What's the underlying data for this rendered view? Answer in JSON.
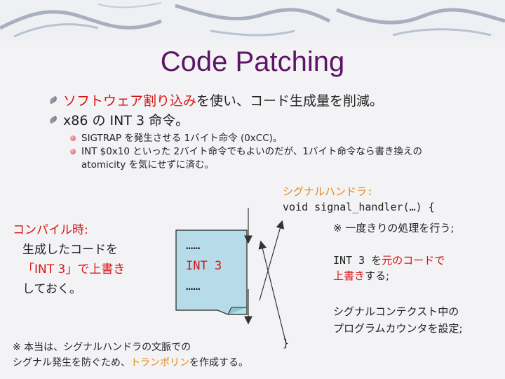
{
  "slide": {
    "title": "Code Patching",
    "bullets": [
      {
        "parts": [
          {
            "text": "ソフトウェア割り込み",
            "color": "red"
          },
          {
            "text": "を使い、コード生成量を削減。",
            "color": "normal"
          }
        ]
      },
      {
        "text": "x86 の INT 3 命令。"
      }
    ],
    "sub_bullets": [
      "SIGTRAP を発生させる 1バイト命令 (0xCC)。",
      "INT $0x10 といった 2バイト命令でもよいのだが、1バイト命令なら書き換えの atomicity を気にせずに済む。"
    ],
    "handler": {
      "label": "シグナルハンドラ:",
      "signature": "void signal_handler(…) {",
      "comment": "※ 一度きりの処理を行う;",
      "int3_a": "INT 3 を",
      "int3_b": "元のコードで",
      "int3_c": "上書き",
      "int3_d": "する;",
      "ctx_1": "シグナルコンテクスト中の",
      "ctx_2": "プログラムカウンタを設定;",
      "close": "}"
    },
    "compile": {
      "head": "コンパイル時:",
      "line1": "生成したコードを",
      "line2": "「INT 3」で上書き",
      "line3": "しておく。"
    },
    "document": {
      "line1": "……",
      "line2": "INT 3",
      "line3": "……"
    },
    "note": {
      "line1": "※ 本当は、シグナルハンドラの文脈での",
      "line2_a": "シグナル発生を防ぐため、",
      "line2_b": "トランポリン",
      "line2_c": "を作成する。"
    },
    "colors": {
      "title": "#5c1663",
      "accent_red": "#d41414",
      "accent_orange": "#e48a12",
      "doc_fill": "#b5dce8"
    }
  }
}
